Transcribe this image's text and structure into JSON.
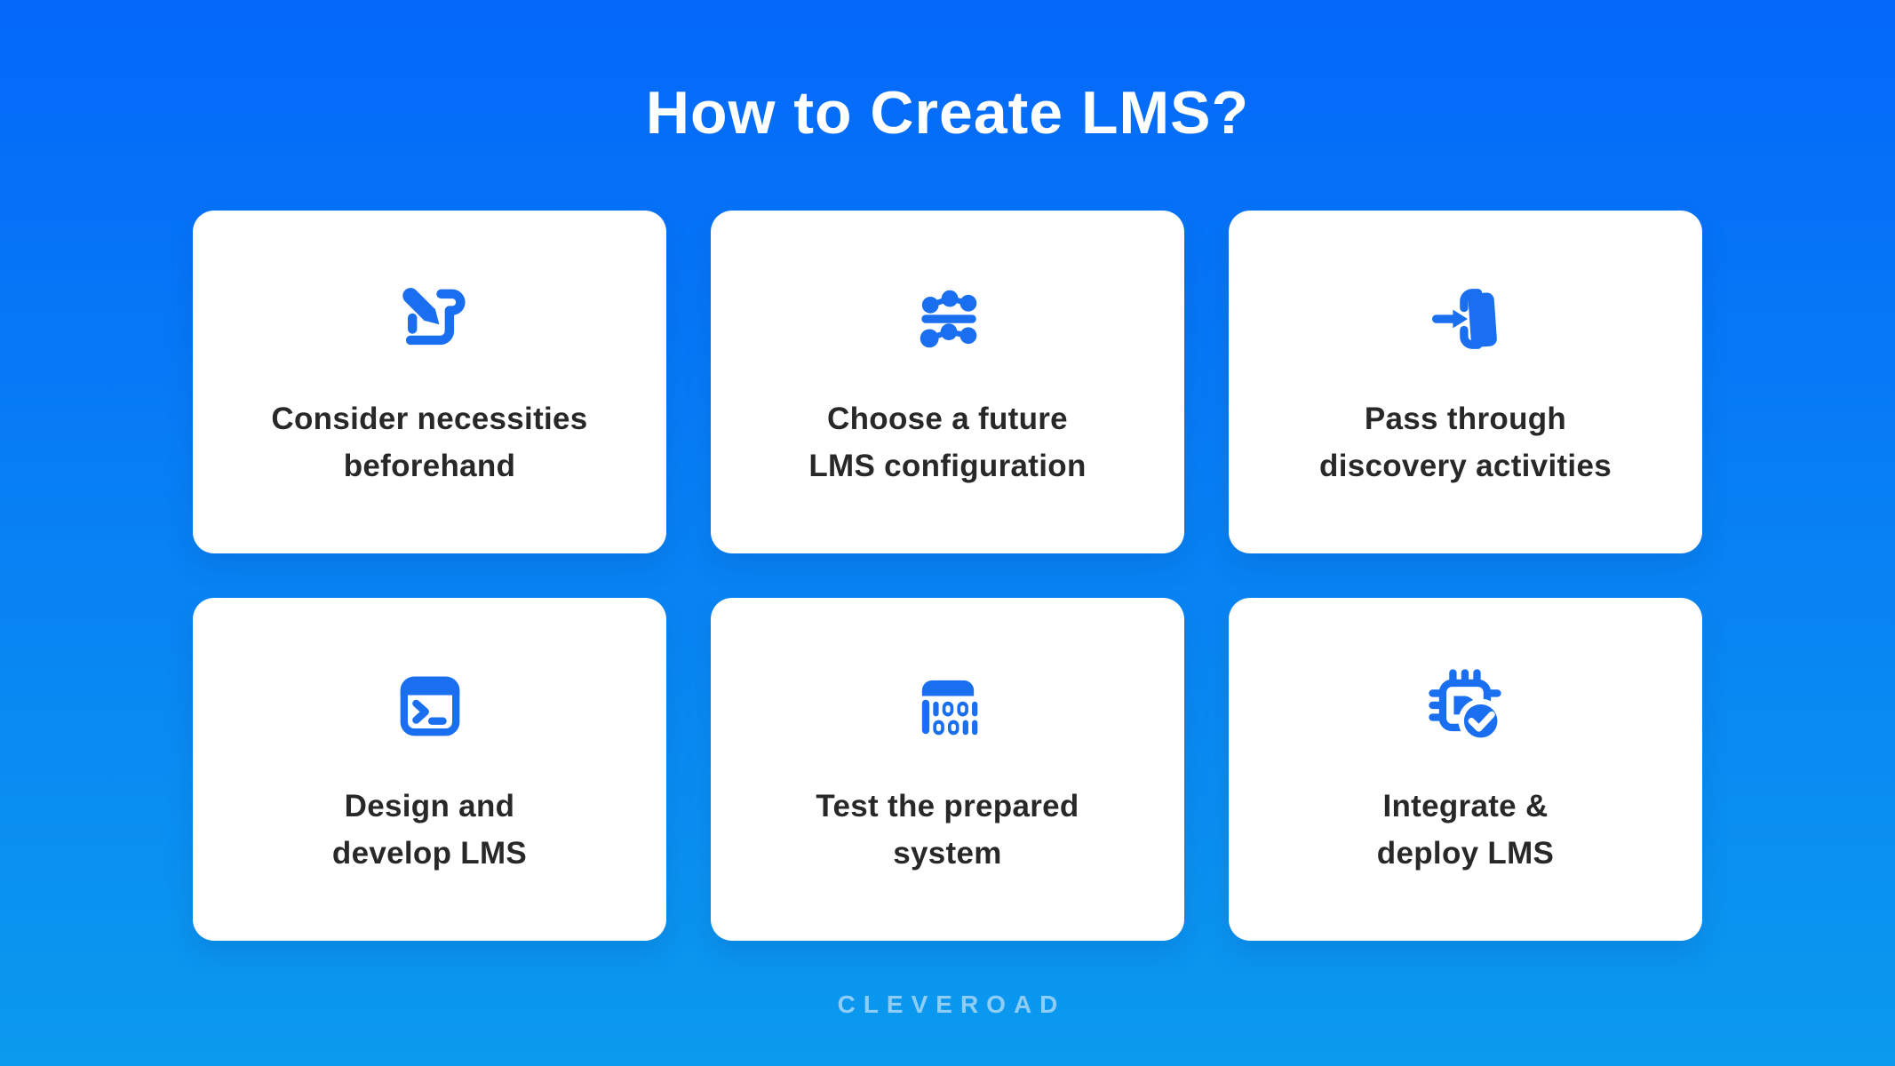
{
  "page": {
    "title": "How to Create LMS?",
    "brand": "CLEVEROAD"
  },
  "colors": {
    "background_top": "#0468fa",
    "background_bottom": "#0b9aee",
    "card_background": "#ffffff",
    "icon_blue": "#1a6ff0",
    "card_text": "#282828",
    "title_text": "#ffffff",
    "brand_text": "#8ecdf5"
  },
  "cards": [
    {
      "icon": "scroll-pen-icon",
      "lines": [
        "Consider necessities",
        "beforehand"
      ]
    },
    {
      "icon": "config-abacus-icon",
      "lines": [
        "Choose a future",
        "LMS configuration"
      ]
    },
    {
      "icon": "door-enter-icon",
      "lines": [
        "Pass through",
        "discovery activities"
      ]
    },
    {
      "icon": "terminal-icon",
      "lines": [
        "Design and",
        "develop LMS"
      ]
    },
    {
      "icon": "binary-code-icon",
      "lines": [
        "Test the prepared",
        "system"
      ]
    },
    {
      "icon": "chip-check-icon",
      "lines": [
        "Integrate &",
        "deploy LMS"
      ]
    }
  ]
}
